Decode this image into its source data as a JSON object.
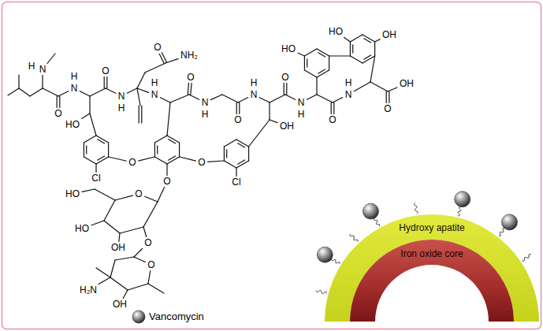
{
  "diagram": {
    "nodes": [
      {
        "text": [
          "Hydroxy apatite"
        ]
      },
      {
        "text": [
          "Iron oxide core"
        ],
        "in": 0
      }
    ],
    "labels": [
      "H",
      "N",
      "O",
      "H",
      "N",
      "HO",
      "O",
      "N",
      "H",
      "O",
      "NH₂",
      "H",
      "N",
      "O",
      "N",
      "H",
      "O",
      "H",
      "N",
      "OH",
      "O",
      "N",
      "H",
      "HO",
      "HO",
      "OH",
      "O",
      "H",
      "N",
      "O",
      "OH",
      "Cl",
      "O",
      "O",
      "Cl",
      "O",
      "O",
      "HO",
      "HO",
      "OH",
      "O",
      "O",
      "H₂N",
      "OH"
    ],
    "legend": [
      {
        "text": "Vancomycin"
      }
    ]
  }
}
